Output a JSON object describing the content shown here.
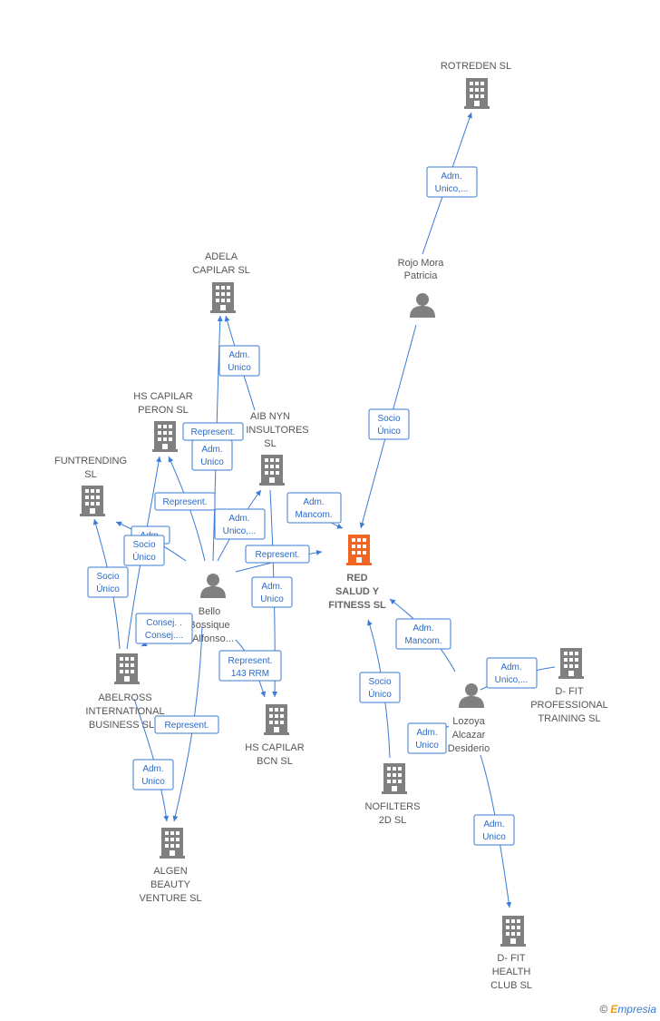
{
  "colors": {
    "edge": "#3a7bd5",
    "company": "#808080",
    "focus": "#f26522",
    "person": "#808080"
  },
  "nodes": [
    {
      "id": "rotreden",
      "type": "company",
      "lines": [
        "ROTREDEN SL"
      ]
    },
    {
      "id": "rojo",
      "type": "person",
      "lines": [
        "Rojo Mora",
        "Patricia"
      ]
    },
    {
      "id": "adela",
      "type": "company",
      "lines": [
        "ADELA",
        "CAPILAR SL"
      ]
    },
    {
      "id": "hsperon",
      "type": "company",
      "lines": [
        "HS CAPILAR",
        "PERON SL"
      ]
    },
    {
      "id": "aib",
      "type": "company",
      "lines": [
        "AIB NYN",
        "INSULTORES",
        "SL"
      ]
    },
    {
      "id": "funtrending",
      "type": "company",
      "lines": [
        "FUNTRENDING",
        "SL"
      ]
    },
    {
      "id": "red",
      "type": "focus",
      "lines": [
        "RED",
        "SALUD Y",
        "FITNESS SL"
      ]
    },
    {
      "id": "bello",
      "type": "person",
      "lines": [
        "Bello",
        "Bossique",
        "Alfonso..."
      ]
    },
    {
      "id": "abelross",
      "type": "company",
      "lines": [
        "ABELROSS",
        "INTERNATIONAL",
        "BUSINESS SL"
      ]
    },
    {
      "id": "hsbcn",
      "type": "company",
      "lines": [
        "HS CAPILAR",
        "BCN SL"
      ]
    },
    {
      "id": "dfitpro",
      "type": "company",
      "lines": [
        "D- FIT",
        "PROFESSIONAL",
        "TRAINING SL"
      ]
    },
    {
      "id": "lozoya",
      "type": "person",
      "lines": [
        "Lozoya",
        "Alcazar",
        "Desiderio"
      ]
    },
    {
      "id": "nofilters",
      "type": "company",
      "lines": [
        "NOFILTERS",
        "2D SL"
      ]
    },
    {
      "id": "algen",
      "type": "company",
      "lines": [
        "ALGEN",
        "BEAUTY",
        "VENTURE SL"
      ]
    },
    {
      "id": "dfithealth",
      "type": "company",
      "lines": [
        "D- FIT",
        "HEALTH",
        "CLUB SL"
      ]
    }
  ],
  "edge_labels": [
    [
      "Adm.",
      "Unico,..."
    ],
    [
      "Adm.",
      "Unico"
    ],
    [
      "Socio",
      "Único"
    ],
    [
      "Represent."
    ],
    [
      "Adm.",
      "Unico"
    ],
    [
      "Represent."
    ],
    [
      "Adm.",
      "Mancom."
    ],
    [
      "Adm.",
      "Unico,..."
    ],
    [
      "Adm."
    ],
    [
      "Socio",
      "Único"
    ],
    [
      "Socio",
      "Único"
    ],
    [
      "Represent."
    ],
    [
      "Adm.",
      "Unico"
    ],
    [
      "Consej. .",
      "Consej...."
    ],
    [
      "Represent.",
      "143 RRM"
    ],
    [
      "Represent."
    ],
    [
      "Adm.",
      "Unico"
    ],
    [
      "Adm.",
      "Mancom."
    ],
    [
      "Adm.",
      "Unico,..."
    ],
    [
      "Socio",
      "Único"
    ],
    [
      "Adm.",
      "Unico"
    ],
    [
      "Adm.",
      "Unico"
    ]
  ],
  "footer": {
    "copyright": "©",
    "brand_first": "E",
    "brand_rest": "mpresia"
  }
}
